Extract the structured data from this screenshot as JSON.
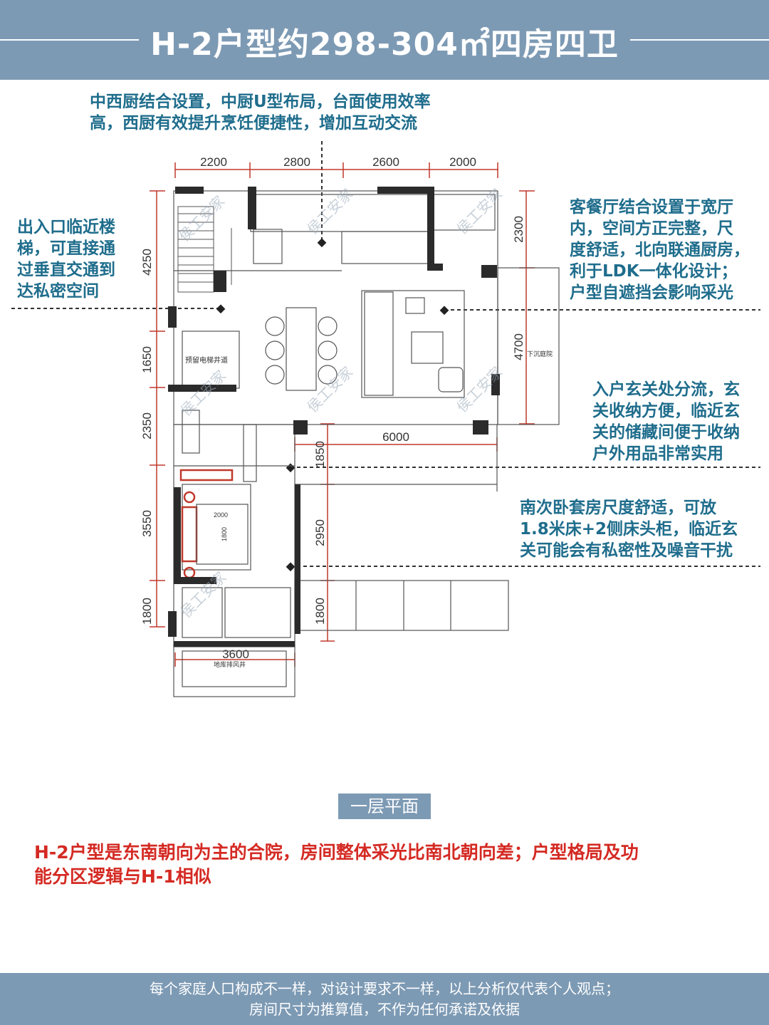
{
  "header": {
    "title": "H-2户型约298-304㎡四房四卫"
  },
  "notes": {
    "kitchen": [
      "中西厨结合设置，中厨U型布局，台面使用效率",
      "高，西厨有效提升烹饪便捷性，增加互动交流"
    ],
    "entrance": [
      "出入口临近楼",
      "梯，可直接通",
      "过垂直交通到",
      "达私密空间"
    ],
    "living": [
      "客餐厅结合设置于宽厅",
      "内，空间方正完整，尺",
      "度舒适，北向联通厨房，",
      "利于LDK一体化设计；",
      "户型自遮挡会影响采光"
    ],
    "foyer": [
      "入户玄关处分流，玄",
      "关收纳方便，临近玄",
      "关的储藏间便于收纳",
      "户外用品非常实用"
    ],
    "bedroom": [
      "南次卧套房尺度舒适，可放",
      "1.8米床+2侧床头柜，临近玄",
      "关可能会有私密性及噪音干扰"
    ]
  },
  "plan": {
    "dims_top": [
      "2200",
      "2800",
      "2600",
      "2000"
    ],
    "dims_left": [
      "4250",
      "1650",
      "2350",
      "3550",
      "1800"
    ],
    "dim_right": [
      "2300",
      "4700"
    ],
    "dim_inner": [
      "6000",
      "1850",
      "2950",
      "1800"
    ],
    "dim_bottom": "3600",
    "labels": {
      "elevator": "预留电梯井道",
      "courtyard": "下沉庭院",
      "bed_w": "2000",
      "bed_h": "1800",
      "bottom_note": "地库排风井"
    },
    "watermark": "侯工安家"
  },
  "badge": "一层平面",
  "summary": [
    "H-2户型是东南朝向为主的合院，房间整体采光比南北朝向差；户型格局及功",
    "能分区逻辑与H-1相似"
  ],
  "footer": [
    "每个家庭人口构成不一样，对设计要求不一样，以上分析仅代表个人观点；",
    "房间尺寸为推算值，不作为任何承诺及依据"
  ],
  "colors": {
    "header_bg": "#7d9ab4",
    "note_text": "#1f6d8c",
    "summary_text": "#d42a23",
    "dimension": "#c0392b",
    "wall": "#2b2b2b"
  }
}
